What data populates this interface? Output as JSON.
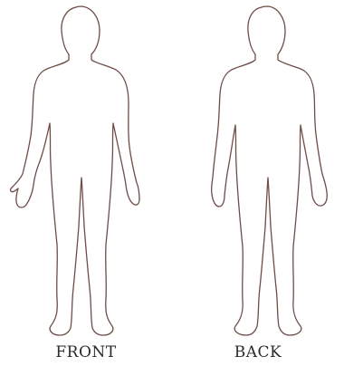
{
  "figures": [
    {
      "id": "front",
      "label": "FRONT",
      "outline_color": "#6e4d47"
    },
    {
      "id": "back",
      "label": "BACK",
      "outline_color": "#6e4d47"
    }
  ]
}
